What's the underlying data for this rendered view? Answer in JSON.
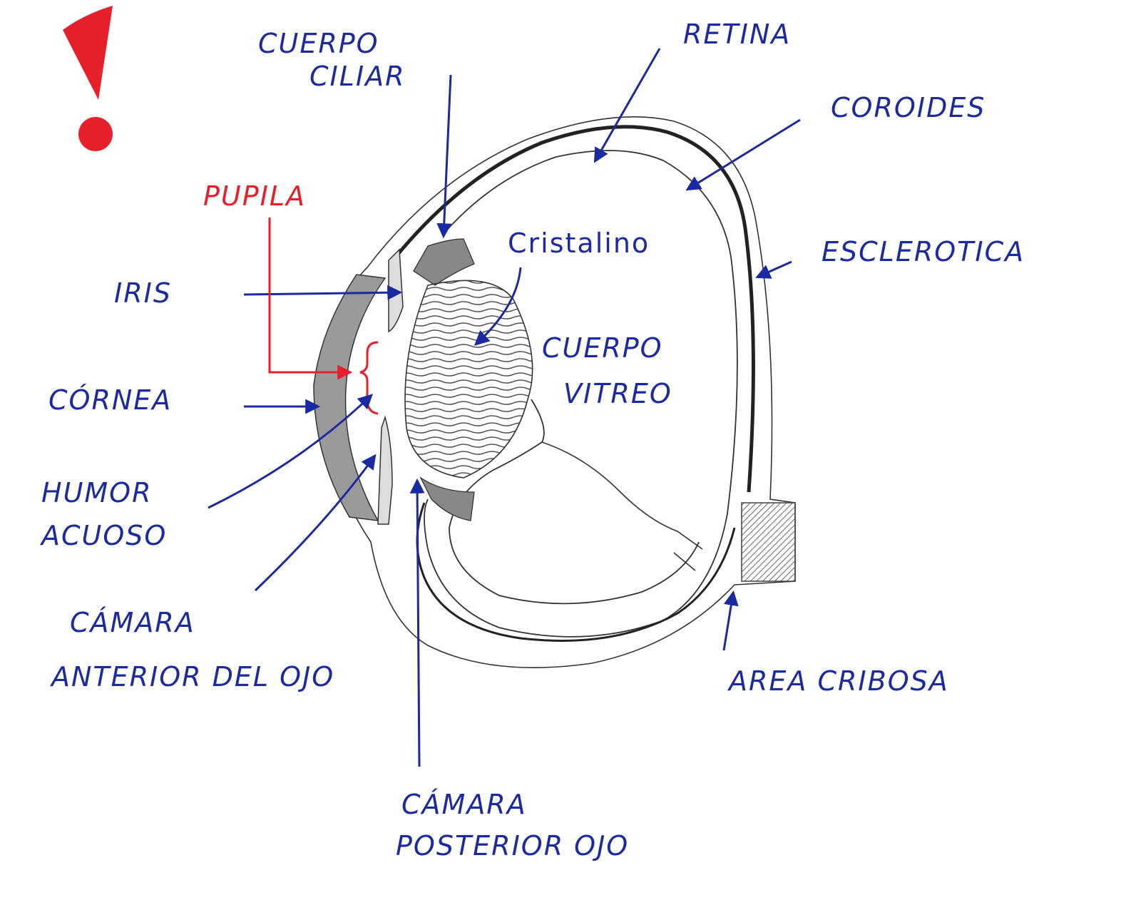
{
  "colors": {
    "label": "#1a2aa0",
    "highlight": "#e5202a",
    "outline": "#333333",
    "shade": "#8a8a8a"
  },
  "icons": {
    "warning": "exclamation-mark-icon"
  },
  "labels": {
    "cuerpo_ciliar": [
      "CUERPO",
      "CILIAR"
    ],
    "retina": "RETINA",
    "coroides": "COROIDES",
    "pupila": "PUPILA",
    "cristalino": "Cristalino",
    "esclerotica": "ESCLEROTICA",
    "iris": "IRIS",
    "cuerpo_vitreo": [
      "CUERPO",
      "VITREO"
    ],
    "cornea": "CÓRNEA",
    "humor_acuoso": [
      "HUMOR",
      "ACUOSO"
    ],
    "camara_anterior": [
      "CÁMARA",
      "ANTERIOR DEL OJO"
    ],
    "area_cribosa": "AREA CRIBOSA",
    "camara_posterior": [
      "CÁMARA",
      "POSTERIOR OJO"
    ]
  }
}
